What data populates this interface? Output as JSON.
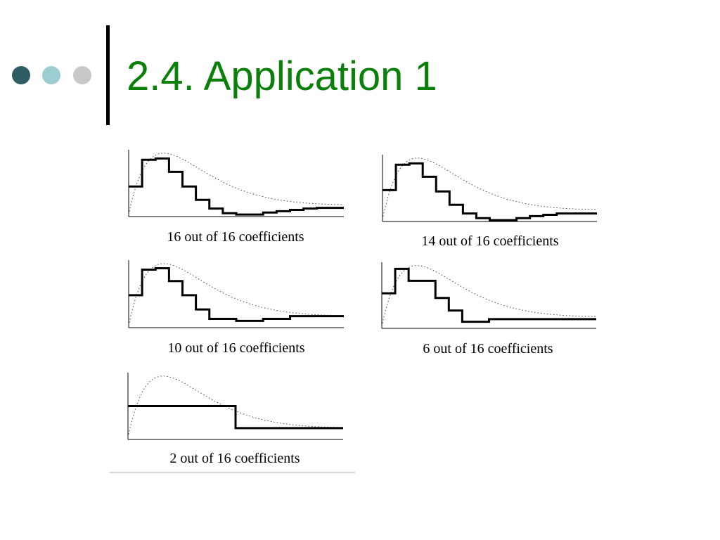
{
  "slide": {
    "title": "2.4. Application 1",
    "title_color": "#0a7f0a",
    "bullet_colors": [
      "#2e5e64",
      "#9ecdd1",
      "#c8c8c8"
    ]
  },
  "figure": {
    "panels": [
      {
        "caption": "16 out of 16 coefficients",
        "coefficients_kept": 16,
        "coefficients_total": 16,
        "step_values": [
          0.45,
          0.85,
          0.87,
          0.67,
          0.45,
          0.25,
          0.12,
          0.05,
          0.03,
          0.03,
          0.06,
          0.08,
          0.1,
          0.12,
          0.13,
          0.13
        ]
      },
      {
        "caption": "14 out of 16 coefficients",
        "coefficients_kept": 14,
        "coefficients_total": 16,
        "step_values": [
          0.47,
          0.85,
          0.87,
          0.67,
          0.45,
          0.25,
          0.12,
          0.05,
          0.02,
          0.02,
          0.05,
          0.08,
          0.1,
          0.12,
          0.12,
          0.12
        ]
      },
      {
        "caption": "10 out of 16 coefficients",
        "coefficients_kept": 10,
        "coefficients_total": 16,
        "step_values": [
          0.48,
          0.86,
          0.88,
          0.69,
          0.48,
          0.27,
          0.13,
          0.13,
          0.1,
          0.1,
          0.13,
          0.13,
          0.17,
          0.17,
          0.17,
          0.17
        ]
      },
      {
        "caption": "6 out of 16 coefficients",
        "coefficients_kept": 6,
        "coefficients_total": 16,
        "step_values": [
          0.53,
          0.9,
          0.72,
          0.72,
          0.46,
          0.27,
          0.1,
          0.1,
          0.14,
          0.14,
          0.14,
          0.14,
          0.14,
          0.14,
          0.14,
          0.14
        ]
      },
      {
        "caption": "2 out of 16 coefficients",
        "coefficients_kept": 2,
        "coefficients_total": 16,
        "step_values": [
          0.5,
          0.5,
          0.5,
          0.5,
          0.5,
          0.5,
          0.5,
          0.5,
          0.17,
          0.17,
          0.17,
          0.17,
          0.17,
          0.17,
          0.17,
          0.17
        ]
      }
    ]
  }
}
